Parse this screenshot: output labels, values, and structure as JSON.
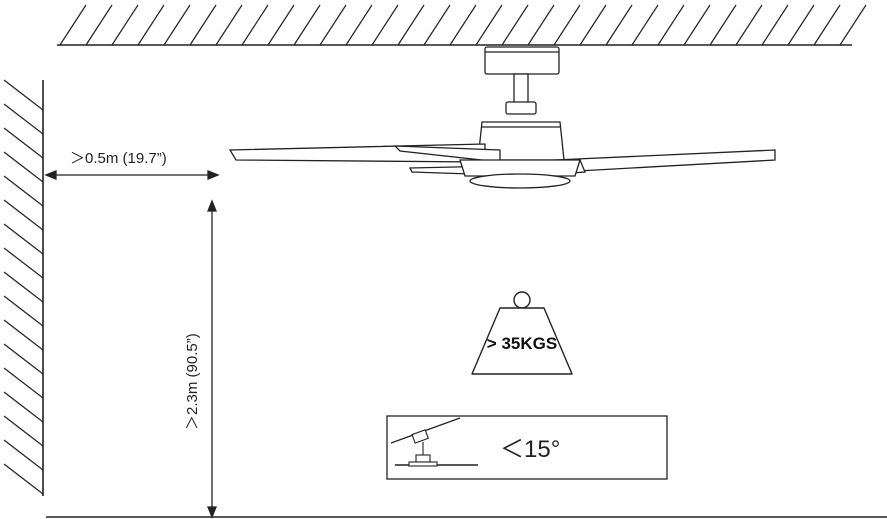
{
  "labels": {
    "wall_clearance": "＞0.5m (19.7”)",
    "floor_height": "＞2.3m (90.5”)",
    "weight": "> 35KGS",
    "tilt_angle": "＜15°"
  },
  "colors": {
    "line": "#222222",
    "blade_fill": "#ffffff"
  },
  "icons": {
    "weight": "weight-icon",
    "fan": "ceiling-fan-icon"
  }
}
